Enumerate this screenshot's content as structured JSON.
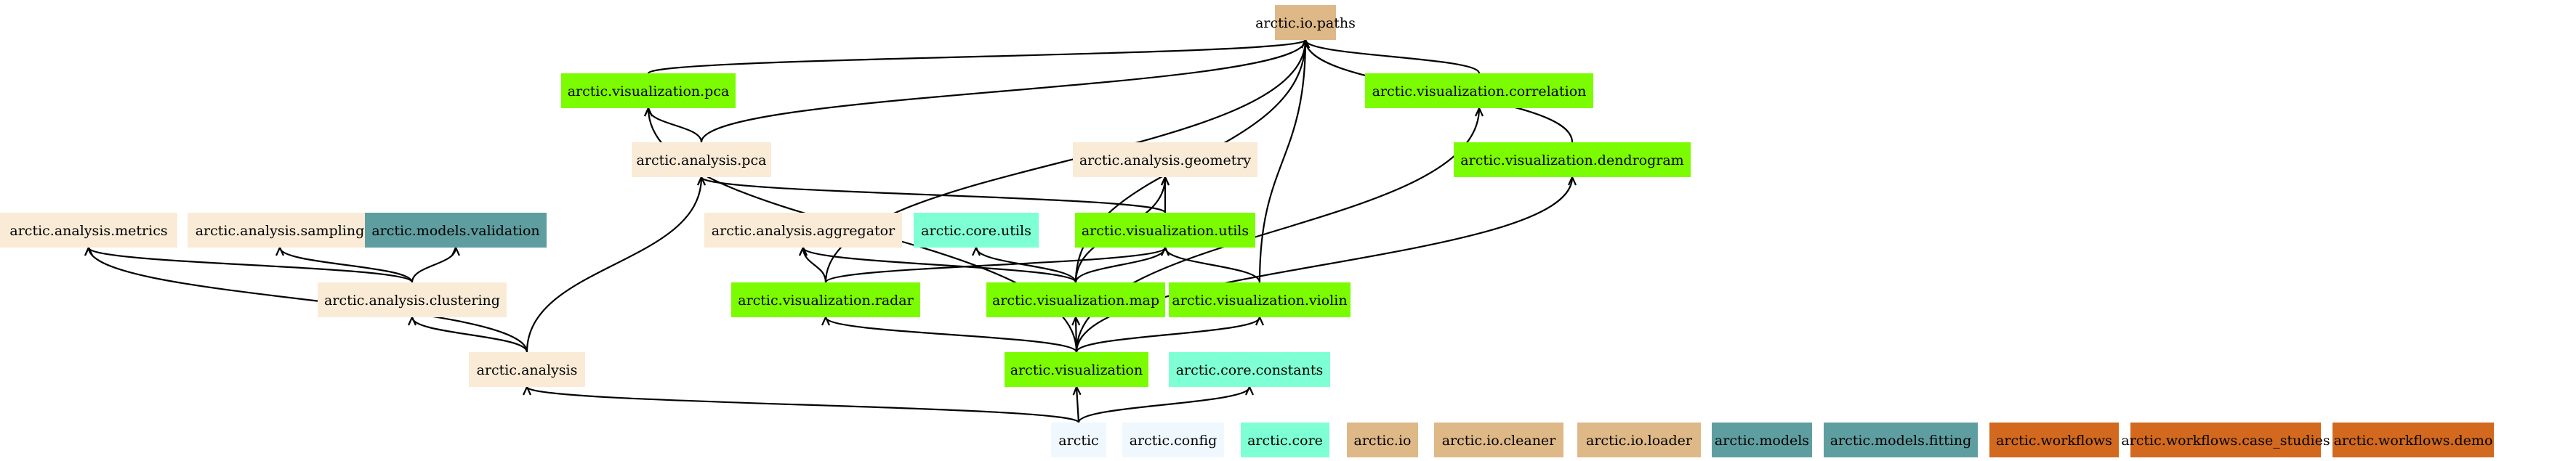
{
  "diagram": {
    "colors": {
      "arctic": "#f0f8ff",
      "arctic.config": "#f0f8ff",
      "core": "#7fffd4",
      "io": "#deb887",
      "analysis": "#faebd7",
      "models": "#5f9ea0",
      "visualization": "#7cfc00",
      "workflows": "#d2691e",
      "edge": "#000000"
    },
    "nodes": [
      {
        "id": "arctic.io.paths",
        "label": "arctic.io.paths",
        "group": "io"
      },
      {
        "id": "arctic.visualization.pca",
        "label": "arctic.visualization.pca",
        "group": "visualization"
      },
      {
        "id": "arctic.visualization.correlation",
        "label": "arctic.visualization.correlation",
        "group": "visualization"
      },
      {
        "id": "arctic.analysis.pca",
        "label": "arctic.analysis.pca",
        "group": "analysis"
      },
      {
        "id": "arctic.analysis.geometry",
        "label": "arctic.analysis.geometry",
        "group": "analysis"
      },
      {
        "id": "arctic.visualization.dendrogram",
        "label": "arctic.visualization.dendrogram",
        "group": "visualization"
      },
      {
        "id": "arctic.analysis.metrics",
        "label": "arctic.analysis.metrics",
        "group": "analysis"
      },
      {
        "id": "arctic.analysis.sampling",
        "label": "arctic.analysis.sampling",
        "group": "analysis"
      },
      {
        "id": "arctic.models.validation",
        "label": "arctic.models.validation",
        "group": "models"
      },
      {
        "id": "arctic.analysis.aggregator",
        "label": "arctic.analysis.aggregator",
        "group": "analysis"
      },
      {
        "id": "arctic.core.utils",
        "label": "arctic.core.utils",
        "group": "core"
      },
      {
        "id": "arctic.visualization.utils",
        "label": "arctic.visualization.utils",
        "group": "visualization"
      },
      {
        "id": "arctic.analysis.clustering",
        "label": "arctic.analysis.clustering",
        "group": "analysis"
      },
      {
        "id": "arctic.visualization.radar",
        "label": "arctic.visualization.radar",
        "group": "visualization"
      },
      {
        "id": "arctic.visualization.map",
        "label": "arctic.visualization.map",
        "group": "visualization"
      },
      {
        "id": "arctic.visualization.violin",
        "label": "arctic.visualization.violin",
        "group": "visualization"
      },
      {
        "id": "arctic.analysis",
        "label": "arctic.analysis",
        "group": "analysis"
      },
      {
        "id": "arctic.visualization",
        "label": "arctic.visualization",
        "group": "visualization"
      },
      {
        "id": "arctic.core.constants",
        "label": "arctic.core.constants",
        "group": "core"
      },
      {
        "id": "arctic",
        "label": "arctic",
        "group": "arctic"
      },
      {
        "id": "arctic.config",
        "label": "arctic.config",
        "group": "arctic.config"
      },
      {
        "id": "arctic.core",
        "label": "arctic.core",
        "group": "core"
      },
      {
        "id": "arctic.io",
        "label": "arctic.io",
        "group": "io"
      },
      {
        "id": "arctic.io.cleaner",
        "label": "arctic.io.cleaner",
        "group": "io"
      },
      {
        "id": "arctic.io.loader",
        "label": "arctic.io.loader",
        "group": "io"
      },
      {
        "id": "arctic.models",
        "label": "arctic.models",
        "group": "models"
      },
      {
        "id": "arctic.models.fitting",
        "label": "arctic.models.fitting",
        "group": "models"
      },
      {
        "id": "arctic.workflows",
        "label": "arctic.workflows",
        "group": "workflows"
      },
      {
        "id": "arctic.workflows.case_studies",
        "label": "arctic.workflows.case_studies",
        "group": "workflows"
      },
      {
        "id": "arctic.workflows.demo",
        "label": "arctic.workflows.demo",
        "group": "workflows"
      }
    ],
    "edges": [
      {
        "from": "arctic.visualization.pca",
        "to": "arctic.io.paths"
      },
      {
        "from": "arctic.analysis.pca",
        "to": "arctic.io.paths"
      },
      {
        "from": "arctic.analysis.pca",
        "to": "arctic.visualization.pca"
      },
      {
        "from": "arctic.visualization.correlation",
        "to": "arctic.io.paths"
      },
      {
        "from": "arctic.visualization.dendrogram",
        "to": "arctic.io.paths"
      },
      {
        "from": "arctic.visualization.radar",
        "to": "arctic.io.paths"
      },
      {
        "from": "arctic.visualization.map",
        "to": "arctic.io.paths"
      },
      {
        "from": "arctic.visualization.violin",
        "to": "arctic.io.paths"
      },
      {
        "from": "arctic.visualization.utils",
        "to": "arctic.analysis.pca"
      },
      {
        "from": "arctic.visualization.utils",
        "to": "arctic.analysis.geometry"
      },
      {
        "from": "arctic.visualization.map",
        "to": "arctic.analysis.geometry"
      },
      {
        "from": "arctic.analysis.clustering",
        "to": "arctic.analysis.metrics"
      },
      {
        "from": "arctic.analysis.clustering",
        "to": "arctic.analysis.sampling"
      },
      {
        "from": "arctic.analysis.clustering",
        "to": "arctic.models.validation"
      },
      {
        "from": "arctic.analysis",
        "to": "arctic.analysis.metrics"
      },
      {
        "from": "arctic.analysis",
        "to": "arctic.analysis.clustering"
      },
      {
        "from": "arctic.analysis",
        "to": "arctic.analysis.pca"
      },
      {
        "from": "arctic.visualization.radar",
        "to": "arctic.analysis.aggregator"
      },
      {
        "from": "arctic.visualization.radar",
        "to": "arctic.visualization.utils"
      },
      {
        "from": "arctic.visualization.map",
        "to": "arctic.analysis.aggregator"
      },
      {
        "from": "arctic.visualization.map",
        "to": "arctic.core.utils"
      },
      {
        "from": "arctic.visualization.map",
        "to": "arctic.visualization.utils"
      },
      {
        "from": "arctic.visualization.violin",
        "to": "arctic.visualization.utils"
      },
      {
        "from": "arctic.visualization",
        "to": "arctic.visualization.radar"
      },
      {
        "from": "arctic.visualization",
        "to": "arctic.visualization.map"
      },
      {
        "from": "arctic.visualization",
        "to": "arctic.visualization.violin"
      },
      {
        "from": "arctic.visualization",
        "to": "arctic.visualization.pca"
      },
      {
        "from": "arctic.visualization",
        "to": "arctic.visualization.correlation"
      },
      {
        "from": "arctic.visualization",
        "to": "arctic.visualization.dendrogram"
      },
      {
        "from": "arctic",
        "to": "arctic.analysis"
      },
      {
        "from": "arctic",
        "to": "arctic.visualization"
      },
      {
        "from": "arctic",
        "to": "arctic.core.constants"
      }
    ]
  }
}
